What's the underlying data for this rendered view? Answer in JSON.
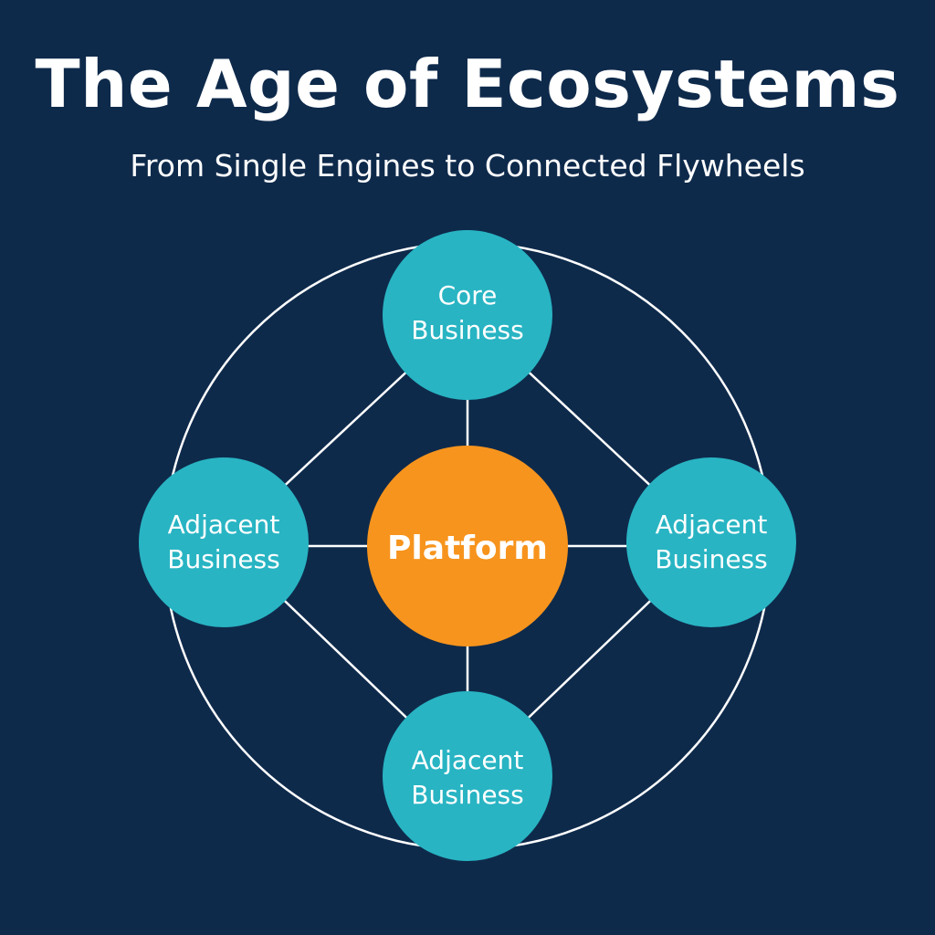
{
  "header": {
    "title": "The Age of Ecosystems",
    "subtitle": "From Single Engines to Connected Flywheels"
  },
  "colors": {
    "background": "#0e2a4b",
    "node": "#28b4c3",
    "platform": "#f7941d",
    "connector": "#ffffff",
    "text": "#ffffff"
  },
  "diagram": {
    "platform": {
      "label": "Platform"
    },
    "nodes": [
      {
        "id": "top",
        "line1": "Core",
        "line2": "Business"
      },
      {
        "id": "left",
        "line1": "Adjacent",
        "line2": "Business"
      },
      {
        "id": "right",
        "line1": "Adjacent",
        "line2": "Business"
      },
      {
        "id": "bottom",
        "line1": "Adjacent",
        "line2": "Business"
      }
    ]
  }
}
